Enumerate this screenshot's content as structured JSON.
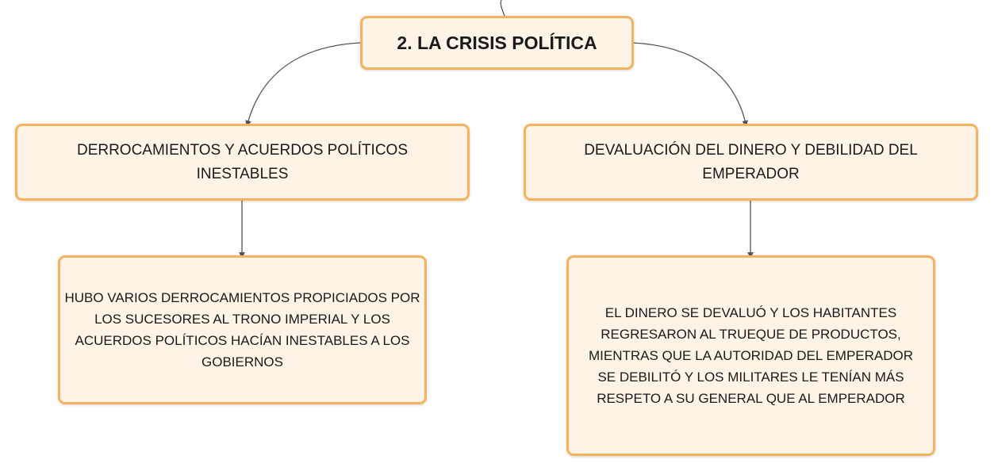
{
  "root": {
    "label": "2. LA CRISIS POLÍTICA"
  },
  "topics": [
    {
      "label": "DERROCAMIENTOS Y ACUERDOS POLÍTICOS INESTABLES"
    },
    {
      "label": "DEVALUACIÓN DEL DINERO Y DEBILIDAD DEL EMPERADOR"
    }
  ],
  "details": [
    {
      "text": "HUBO VARIOS DERROCAMIENTOS PROPICIADOS POR LOS SUCESORES AL TRONO IMPERIAL Y LOS ACUERDOS POLÍTICOS HACÍAN INESTABLES A LOS GOBIERNOS"
    },
    {
      "text": "EL DINERO SE DEVALUÓ Y LOS HABITANTES REGRESARON AL TRUEQUE DE PRODUCTOS, MIENTRAS QUE LA AUTORIDAD DEL EMPERADOR SE DEBILITÓ Y LOS MILITARES LE TENÍAN MÁS RESPETO A SU GENERAL QUE AL EMPERADOR"
    }
  ],
  "colors": {
    "node_fill": "#fdf3e7",
    "node_border": "#f4b35c",
    "connector": "#555555"
  }
}
